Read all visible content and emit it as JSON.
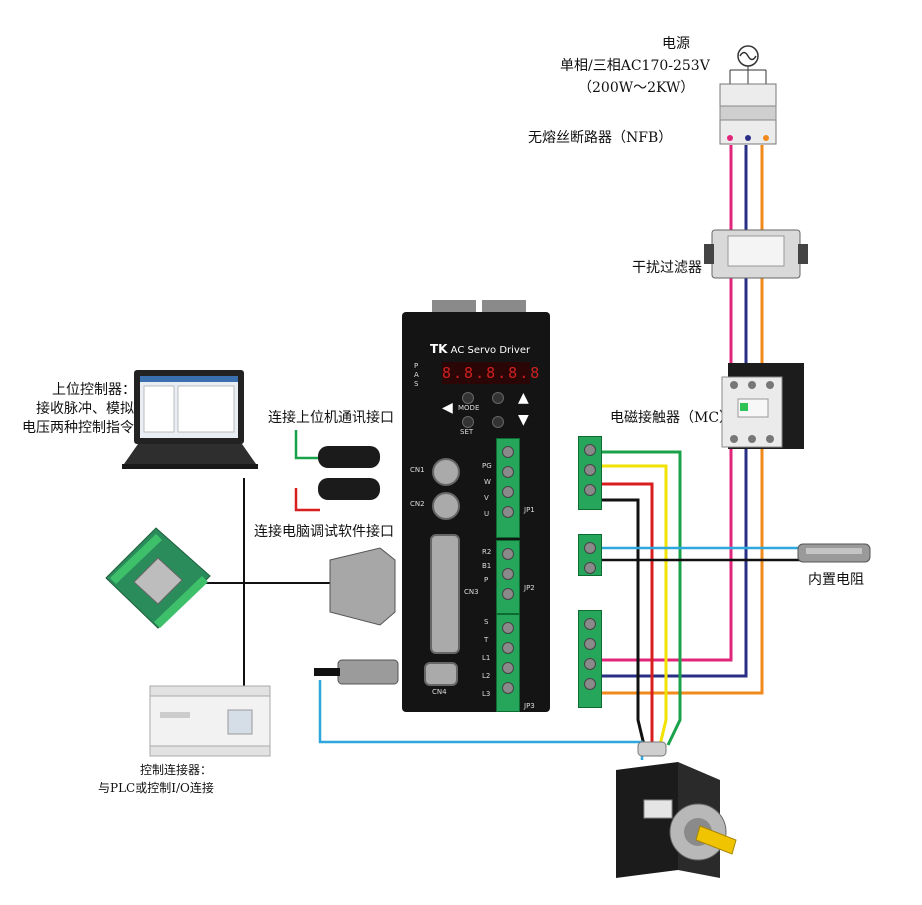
{
  "labels": {
    "power_title": "电源",
    "power_spec": "单相/三相AC170-253V",
    "power_range": "（200W～2KW）",
    "breaker": "无熔丝断路器（NFB）",
    "filter": "干扰过滤器",
    "contactor": "电磁接触器（MC）",
    "resistor": "内置电阻",
    "pc_line1": "上位控制器：",
    "pc_line2": "接收脉冲、模拟",
    "pc_line3": "电压两种控制指令",
    "cn1_label": "连接上位机通讯接口",
    "cn2_label": "连接电脑调试软件接口",
    "plc_line1": "控制连接器：",
    "plc_line2": "与PLC或控制I/O连接"
  },
  "driver": {
    "brand": "TK",
    "model_text": "AC Servo Driver",
    "display": "8.8.8.8.8",
    "mode_btn": "MODE",
    "set_btn": "SET",
    "led_labels": [
      "P",
      "A",
      "S"
    ],
    "cn_labels": [
      "CN1",
      "CN2",
      "CN3",
      "CN4"
    ],
    "jp_labels": [
      "JP1",
      "JP2",
      "JP3"
    ],
    "terminal_jp1": [
      "PG",
      "W",
      "V",
      "U"
    ],
    "terminal_jp2": [
      "R2",
      "B1",
      "P"
    ],
    "terminal_jp3": [
      "S",
      "T",
      "L1",
      "L2",
      "L3"
    ]
  },
  "wire_colors": {
    "pink": "#e0257a",
    "navy": "#2a2f86",
    "orange": "#f08a1c",
    "green": "#1aa24a",
    "yellow": "#f2e200",
    "red": "#d81e1e",
    "black": "#111111",
    "cyan": "#2ea7dc",
    "gray": "#555555"
  },
  "icons": {
    "ac_source": "ac-source-icon",
    "breaker": "circuit-breaker-icon",
    "filter": "noise-filter-icon",
    "contactor": "magnetic-contactor-icon",
    "resistor": "brake-resistor-icon",
    "motor": "servo-motor-icon",
    "laptop": "laptop-icon",
    "terminal_board": "terminal-board-icon",
    "plc": "plc-icon"
  }
}
